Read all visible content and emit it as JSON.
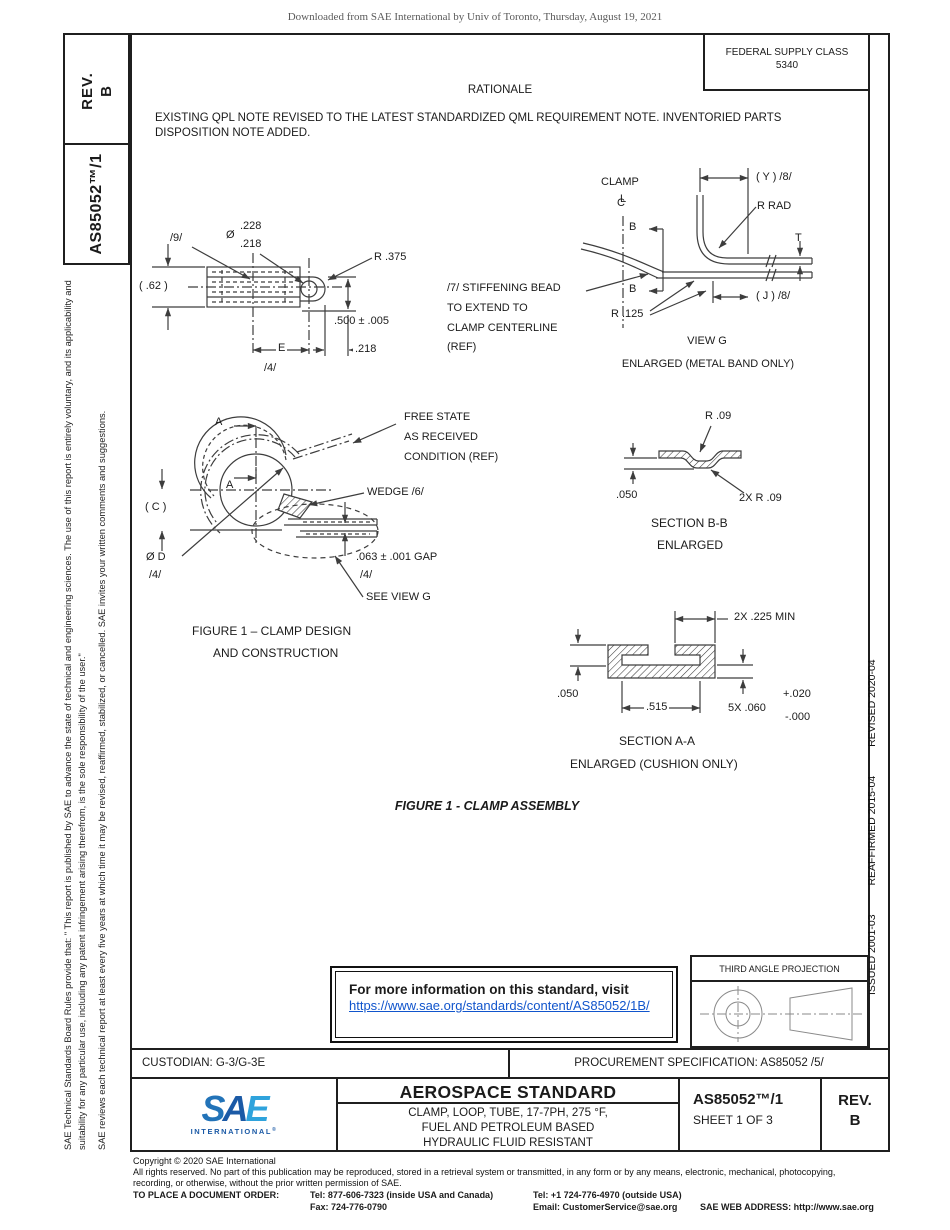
{
  "page": {
    "watermark": "Downloaded from SAE International by Univ of Toronto, Thursday, August 19, 2021"
  },
  "colors": {
    "line": "#3d3d3d",
    "frame": "#1f1f1f",
    "link_blue": "#1155cc",
    "logo_dark_blue": "#1b5aa6",
    "logo_mid_blue": "#2273b8",
    "logo_light_blue": "#2fa3dc"
  },
  "sidebar": {
    "rev_line1": "REV.",
    "rev_line2": "B",
    "doc_number": "AS85052™/1",
    "statement1": "SAE Technical Standards Board Rules provide that: \" This report is published by SAE to advance the state of technical and engineering sciences. The use of this report is entirely voluntary, and its applicability and suitability for any particular use, including any patent infringement arising therefrom, is the sole responsibility of the user.\"",
    "statement2": "SAE reviews each technical report at least every five years at which time it may be revised, reaffirmed, stabilized, or cancelled. SAE invites your written comments and suggestions."
  },
  "header": {
    "fsc_line1": "FEDERAL SUPPLY CLASS",
    "fsc_line2": "5340",
    "rationale_title": "RATIONALE",
    "rationale_lines": [
      "EXISTING QPL NOTE REVISED TO THE LATEST STANDARDIZED QML REQUIREMENT NOTE. INVENTORIED PARTS",
      "DISPOSITION NOTE ADDED."
    ]
  },
  "revision_history": {
    "issued": "ISSUED 2001-03",
    "reaffirmed": "REAFFIRMED 2015-04",
    "revised": "REVISED 2020-04"
  },
  "drawing": {
    "top_view": {
      "ref9": "/9/",
      "dia_sym": "Ø",
      "dia_upper": ".228",
      "dia_lower": ".218",
      "r375": "R .375",
      "width62": "( .62 )",
      "h500": ".500 ± .005",
      "d218": ".218",
      "e": "E",
      "ref4": "/4/"
    },
    "note7": [
      "/7/ STIFFENING BEAD",
      "TO EXTEND TO",
      "CLAMP CENTERLINE",
      "(REF)"
    ],
    "view_g": {
      "clamp": "CLAMP",
      "cl_c": "C",
      "cl_l": "L",
      "y8": "( Y ) /8/",
      "rrad": "R RAD",
      "b_top": "B",
      "b_bottom": "B",
      "t": "T",
      "j8": "( J ) /8/",
      "r125": "R .125",
      "title": "VIEW G",
      "subtitle": "ENLARGED (METAL BAND ONLY)"
    },
    "assembly": {
      "a_top": "A",
      "a_bottom": "A",
      "c_dim": "( C )",
      "dia_d": "Ø D",
      "dia_d_ref": "/4/",
      "free_state": [
        "FREE STATE",
        "AS RECEIVED",
        "CONDITION (REF)"
      ],
      "wedge": "WEDGE /6/",
      "gap": ".063 ± .001 GAP",
      "gap_ref": "/4/",
      "see_view": "SEE VIEW G",
      "caption_line1": "FIGURE 1 – CLAMP DESIGN",
      "caption_line2": "AND CONSTRUCTION"
    },
    "section_bb": {
      "r09": "R .09",
      "t050": ".050",
      "r09x2": "2X R .09",
      "title": "SECTION B-B",
      "subtitle": "ENLARGED"
    },
    "section_aa": {
      "min225": "2X .225 MIN",
      "t050": ".050",
      "w515": ".515",
      "x060": "5X .060",
      "tol_plus": "+.020",
      "tol_minus": "-.000",
      "title": "SECTION A-A",
      "subtitle": "ENLARGED (CUSHION ONLY)"
    },
    "figure_caption": "FIGURE 1 - CLAMP ASSEMBLY"
  },
  "info_box": {
    "text": "For more information on this standard, visit",
    "link": "https://www.sae.org/standards/content/AS85052/1B/"
  },
  "projection": {
    "label": "THIRD ANGLE PROJECTION"
  },
  "footer": {
    "custodian": "CUSTODIAN: G-3/G-3E",
    "procurement": "PROCUREMENT SPECIFICATION: AS85052 /5/"
  },
  "title_block": {
    "heading": "AEROSPACE STANDARD",
    "subtitle": [
      "CLAMP, LOOP, TUBE, 17-7PH, 275 °F,",
      "FUEL AND PETROLEUM BASED",
      "HYDRAULIC FLUID RESISTANT"
    ],
    "doc_number": "AS85052™/1",
    "sheet": "SHEET 1 OF 3",
    "rev_label": "REV.",
    "rev_value": "B"
  },
  "logo": {
    "s": "S",
    "a": "A",
    "e": "E",
    "sub": "INTERNATIONAL",
    "reg": "®"
  },
  "copyright": {
    "line1": "Copyright © 2020 SAE International",
    "line2": "All rights reserved. No part of this publication may be reproduced, stored in a retrieval system or transmitted, in any form or by any means, electronic, mechanical, photocopying,",
    "line3": "recording, or otherwise, without the prior written permission of SAE.",
    "order_label": "TO PLACE A DOCUMENT ORDER:",
    "tel_inside": "Tel: 877-606-7323 (inside USA and Canada)",
    "tel_outside": "Tel: +1 724-776-4970 (outside USA)",
    "fax": "Fax: 724-776-0790",
    "email": "Email: CustomerService@sae.org",
    "web": "SAE WEB ADDRESS: http://www.sae.org"
  }
}
